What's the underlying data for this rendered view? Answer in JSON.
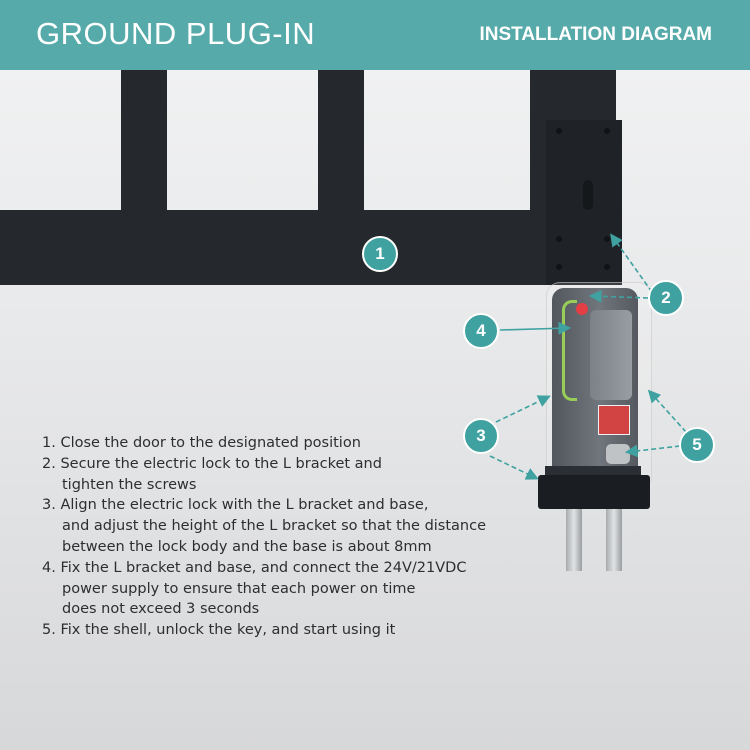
{
  "header": {
    "title": "GROUND PLUG-IN",
    "subtitle": "INSTALLATION DIAGRAM",
    "bg_color": "#56aaa9"
  },
  "callouts": [
    "1",
    "2",
    "3",
    "4",
    "5"
  ],
  "steps": [
    "1. Close the door to the designated position",
    "2. Secure the electric lock to the L bracket and",
    "tighten the screws",
    "3. Align the electric lock with the L bracket and base,",
    "and adjust the height of the L bracket so that the distance",
    "between the lock body and the base is about 8mm",
    "4. Fix the L bracket and base, and connect the 24V/21VDC",
    "power supply to ensure that each power on time",
    "does not exceed 3 seconds",
    "5. Fix the shell, unlock the key, and start using it"
  ],
  "colors": {
    "accent": "#3fa2a1",
    "frame": "#25292e",
    "text": "#2c2e30"
  }
}
